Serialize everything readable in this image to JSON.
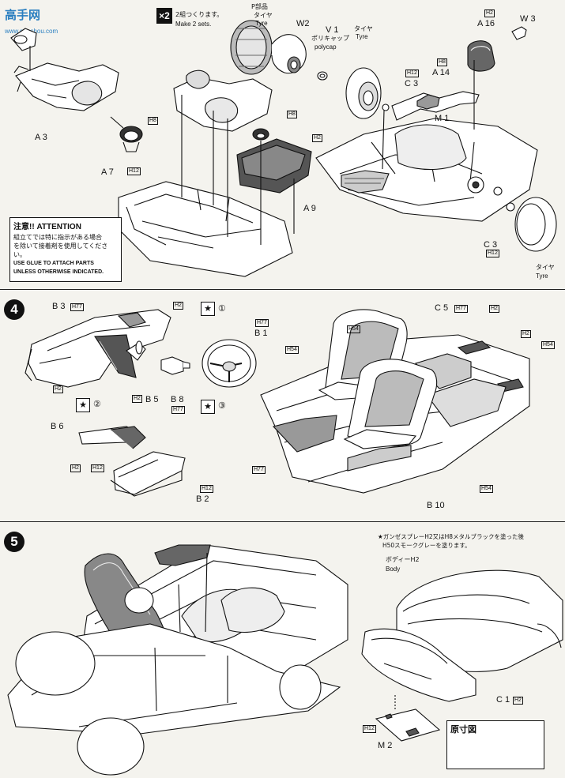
{
  "watermark": {
    "main": "高手网",
    "url": "www.gaoshou.com"
  },
  "step3": {
    "x2_badge": "×2",
    "make_jp": "2組つくります。",
    "make_en": "Make 2 sets.",
    "labels": {
      "p_jp": "P部品",
      "tire_jp": "タイヤ",
      "tire_en": "Tyre",
      "w2": "W2",
      "v1": "V 1",
      "polycap_jp": "ポリキャップ",
      "polycap_en": "polycap",
      "tire2_jp": "タイヤ",
      "tire2_en": "Tyre",
      "h2_a16": "H2",
      "a16": "A 16",
      "w3": "W 3",
      "h12_c3": "H12",
      "c3": "C 3",
      "h8_a14": "H8",
      "a14": "A 14",
      "m1": "M 1",
      "a3": "A 3",
      "h8_a7": "H8",
      "a7": "A 7",
      "h12_a7": "H12",
      "h8_mid": "H8",
      "h2_mid": "H2",
      "a9": "A 9",
      "c3b": "C 3",
      "h12_c3b": "H12",
      "tire3_jp": "タイヤ",
      "tire3_en": "Tyre"
    },
    "attention": {
      "title": "注意!! ATTENTION",
      "jp_line1": "組立てでは特に指示がある場合",
      "jp_line2": "を除いて接着剤を使用してください。",
      "en_line1": "USE GLUE TO ATTACH PARTS",
      "en_line2": "UNLESS OTHERWISE INDICATED."
    }
  },
  "step4": {
    "number": "4",
    "labels": {
      "b3": "B 3",
      "h77_b3": "H77",
      "h2_top": "H2",
      "circ1": "①",
      "h77_b1": "H77",
      "b1": "B 1",
      "h54_a": "H54",
      "c5": "C 5",
      "h77_c5": "H77",
      "h2_c5": "H2",
      "h2_r": "H2",
      "h54_r": "H54",
      "h54_l": "H54",
      "h2_b3": "H2",
      "circ2": "②",
      "h2_b5": "H2",
      "b5": "B 5",
      "b8": "B 8",
      "h77_b8": "H77",
      "circ3": "③",
      "b6": "B 6",
      "h2_b6": "H2",
      "h12_b6": "H12",
      "h12_b2": "H12",
      "b2": "B 2",
      "h77_low": "H77",
      "h54_low": "H54",
      "b10": "B 10"
    }
  },
  "step5": {
    "number": "5",
    "note_line1": "★ガンゼスプレーH2又はH8メタルブラックを塗った後",
    "note_line2": "H50スモークグレーを塗ります。",
    "labels": {
      "body_jp": "ボディーH2",
      "body_en": "Body",
      "c1": "C 1",
      "h2_c1": "H2",
      "h12_m2": "H12",
      "m2": "M 2",
      "gensun": "原寸図"
    }
  }
}
